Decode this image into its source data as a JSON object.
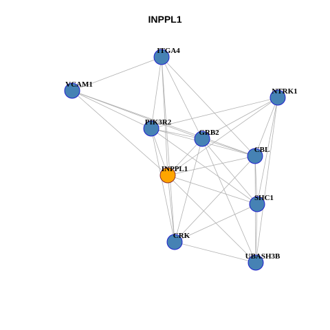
{
  "title": "INPPL1",
  "colors": {
    "node_fill": "#4682B4",
    "node_stroke": "#1f1fcc",
    "focus_fill": "#FFA500",
    "focus_stroke": "#8b2a2a",
    "edge": "#b0b0b0"
  },
  "nodes": [
    {
      "id": "ITGA4",
      "label": "ITGA4",
      "focus": false
    },
    {
      "id": "VCAM1",
      "label": "VCAM1",
      "focus": false
    },
    {
      "id": "NTRK1",
      "label": "NTRK1",
      "focus": false
    },
    {
      "id": "PIK3R2",
      "label": "PIK3R2",
      "focus": false
    },
    {
      "id": "GRB2",
      "label": "GRB2",
      "focus": false
    },
    {
      "id": "CBL",
      "label": "CBL",
      "focus": false
    },
    {
      "id": "INPPL1",
      "label": "INPPL1",
      "focus": true
    },
    {
      "id": "SHC1",
      "label": "SHC1",
      "focus": false
    },
    {
      "id": "CRK",
      "label": "CRK",
      "focus": false
    },
    {
      "id": "UBASH3B",
      "label": "UBASH3B",
      "focus": false
    }
  ],
  "edges": [
    [
      "ITGA4",
      "VCAM1"
    ],
    [
      "ITGA4",
      "PIK3R2"
    ],
    [
      "ITGA4",
      "GRB2"
    ],
    [
      "ITGA4",
      "INPPL1"
    ],
    [
      "ITGA4",
      "CBL"
    ],
    [
      "ITGA4",
      "CRK"
    ],
    [
      "VCAM1",
      "PIK3R2"
    ],
    [
      "VCAM1",
      "GRB2"
    ],
    [
      "VCAM1",
      "CBL"
    ],
    [
      "VCAM1",
      "INPPL1"
    ],
    [
      "NTRK1",
      "PIK3R2"
    ],
    [
      "NTRK1",
      "GRB2"
    ],
    [
      "NTRK1",
      "CBL"
    ],
    [
      "NTRK1",
      "SHC1"
    ],
    [
      "NTRK1",
      "INPPL1"
    ],
    [
      "NTRK1",
      "UBASH3B"
    ],
    [
      "PIK3R2",
      "GRB2"
    ],
    [
      "PIK3R2",
      "CBL"
    ],
    [
      "PIK3R2",
      "SHC1"
    ],
    [
      "PIK3R2",
      "INPPL1"
    ],
    [
      "PIK3R2",
      "CRK"
    ],
    [
      "GRB2",
      "CBL"
    ],
    [
      "GRB2",
      "SHC1"
    ],
    [
      "GRB2",
      "INPPL1"
    ],
    [
      "GRB2",
      "CRK"
    ],
    [
      "GRB2",
      "UBASH3B"
    ],
    [
      "CBL",
      "INPPL1"
    ],
    [
      "CBL",
      "SHC1"
    ],
    [
      "CBL",
      "CRK"
    ],
    [
      "CBL",
      "UBASH3B"
    ],
    [
      "INPPL1",
      "SHC1"
    ],
    [
      "INPPL1",
      "CRK"
    ],
    [
      "INPPL1",
      "UBASH3B"
    ],
    [
      "SHC1",
      "CRK"
    ],
    [
      "SHC1",
      "UBASH3B"
    ],
    [
      "CRK",
      "UBASH3B"
    ]
  ]
}
